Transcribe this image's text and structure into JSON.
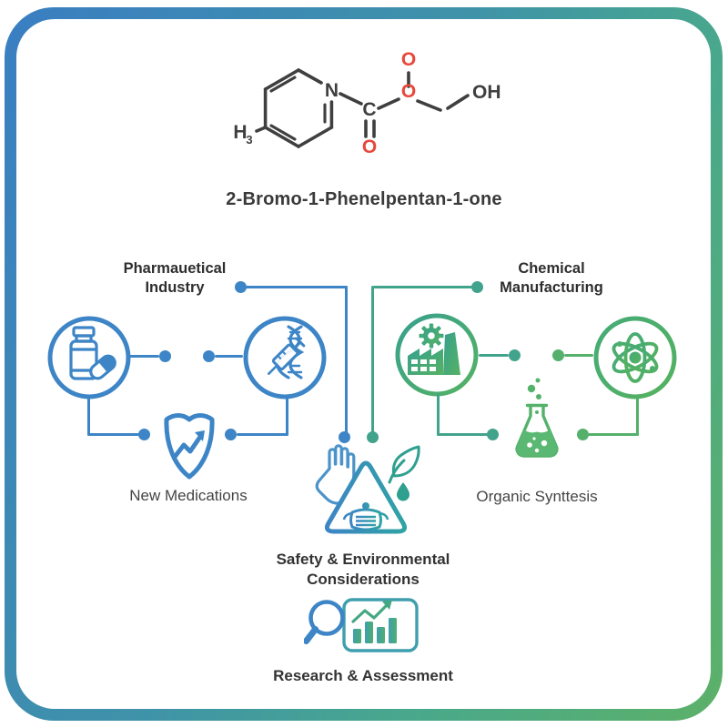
{
  "card": {
    "background": "#ffffff",
    "border_gradient_start": "#3a7ec2",
    "border_gradient_end": "#5cb168"
  },
  "molecule": {
    "name": "2-Bromo-1-Phenelpentan-1-one",
    "atom_labels": {
      "h_main": "H",
      "h_sub": "3",
      "n": "N",
      "c": "C",
      "o_carbonyl": "O",
      "o_ester": "O",
      "o_top": "O",
      "oh": "OH"
    },
    "bond_color": "#3f3f3f",
    "oxygen_color": "#e8483b"
  },
  "sections": {
    "pharma": {
      "title_line1": "Pharmauetical",
      "title_line2": "Industry",
      "sub_label": "New Medications",
      "accent": "#3d85c6"
    },
    "chemical": {
      "title_line1": "Chemical",
      "title_line2": "Manufacturing",
      "sub_label": "Organic Synttesis",
      "accent_teal": "#42a38c",
      "accent_green": "#55b06b"
    },
    "safety": {
      "label_line1": "Safety & Environmental",
      "label_line2": "Considerations"
    },
    "research": {
      "label": "Research & Assessment"
    }
  },
  "icons": {
    "pill-bottle-icon": "medicine bottle with capsule",
    "dna-syringe-icon": "DNA helix crossed by syringe",
    "factory-icon": "factory with gear and chimney",
    "atom-icon": "atom with electron orbits",
    "shield-growth-icon": "shield with rising arrow",
    "safety-warning-icon": "warning triangle with mask, stop hand, leaf and water drop",
    "flask-icon": "erlenmeyer flask with bubbles",
    "research-chart-icon": "magnifying glass over bar chart with rising arrow"
  }
}
